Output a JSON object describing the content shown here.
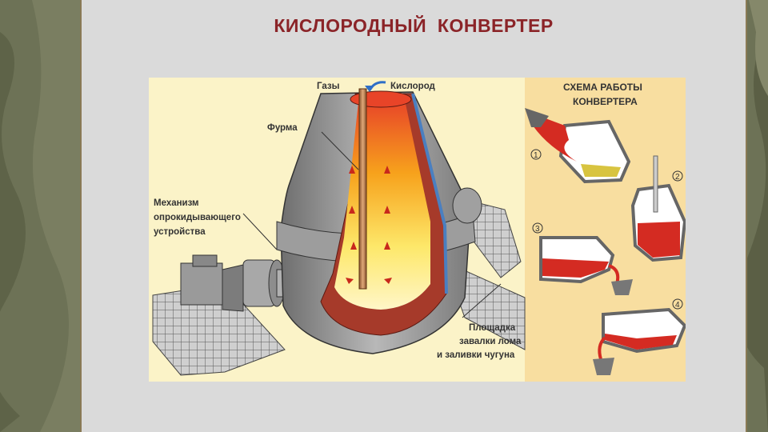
{
  "slide": {
    "title": "КИСЛОРОДНЫЙ  КОНВЕРТЕР"
  },
  "diagram": {
    "labels": {
      "gases": "Газы",
      "oxygen": "Кислород",
      "lance": "Фурма",
      "mechanism": [
        "Механизм",
        "опрокидывающего",
        "устройства"
      ],
      "platform": [
        "Площадка",
        "завалки лома",
        "и заливки чугуна"
      ]
    },
    "scheme": {
      "title": [
        "СХЕМА РАБОТЫ",
        "КОНВЕРТЕРА"
      ],
      "steps": [
        "1",
        "2",
        "3",
        "4"
      ]
    }
  },
  "colors": {
    "title": "#8b2428",
    "figure_bg": "#fbf3c8",
    "scheme_bg": "#f8dea0",
    "steel_shell": "#8e8e8e",
    "brick_lining": "#a63a2a",
    "molten_metal": "#d42b22",
    "flame": "#f5c21a"
  }
}
